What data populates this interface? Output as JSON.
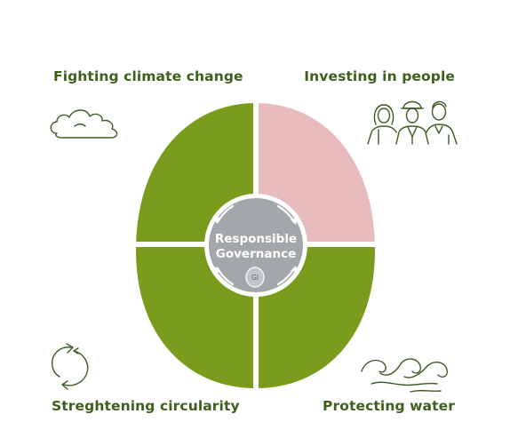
{
  "labels": {
    "top_left": "Fighting climate change",
    "top_right": "Investing in people",
    "bottom_left": "Streghtening circularity",
    "bottom_right": "Protecting water"
  },
  "center": {
    "line1": "Responsible",
    "line2": "Governance",
    "badge": "GI"
  },
  "colors": {
    "green": "#7a9c1c",
    "pink": "#e8bcbc",
    "center_grey": "#a4a7aa",
    "badge_grey": "#c2c4c6",
    "label_green": "#3f5f1c",
    "icon_stroke": "#3e5a24"
  },
  "icons": {
    "top_left": "cloud-icon",
    "top_right": "people-icon",
    "bottom_left": "recycle-icon",
    "bottom_right": "waves-icon"
  }
}
